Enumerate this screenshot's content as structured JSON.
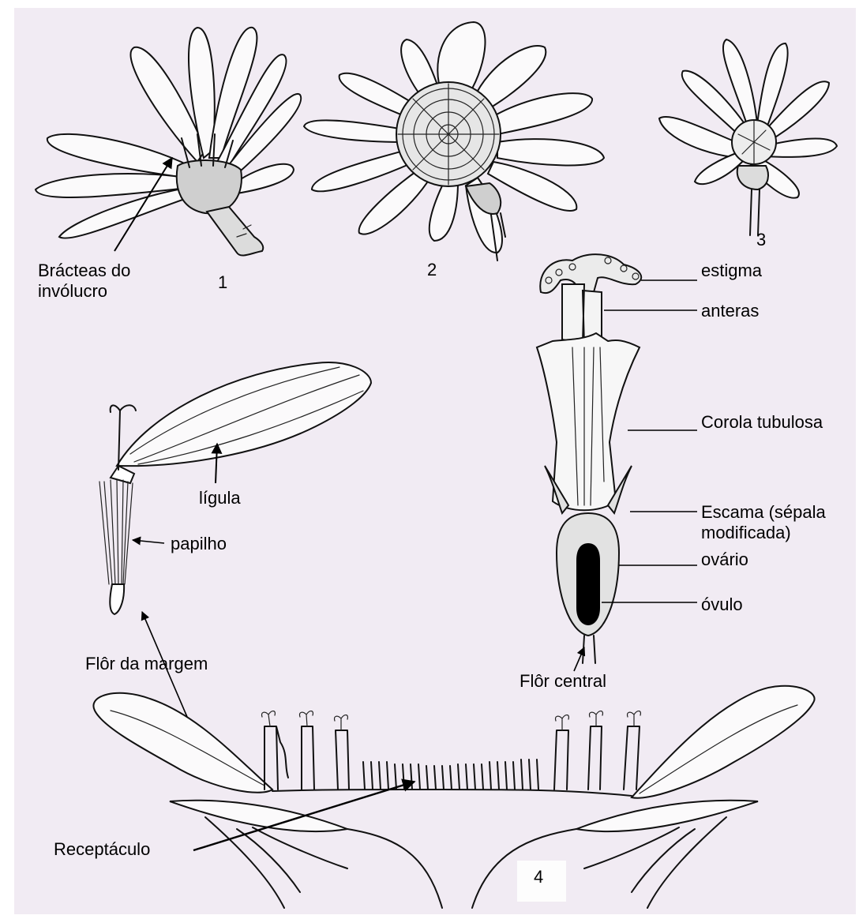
{
  "labels": {
    "bracteas": "Brácteas do\ninvólucro",
    "fig1": "1",
    "fig2": "2",
    "fig3": "3",
    "fig4": "4",
    "estigma": "estigma",
    "anteras": "anteras",
    "corola": "Corola tubulosa",
    "escama": "Escama (sépala\nmodificada)",
    "ovario": "ovário",
    "ovulo": "óvulo",
    "ligula": "lígula",
    "papilho": "papilho",
    "flor_margem": "Flôr da margem",
    "flor_central": "Flôr central",
    "receptaculo": "Receptáculo"
  },
  "colors": {
    "plate_background": "#f1ebf3",
    "ink": "#111111"
  }
}
